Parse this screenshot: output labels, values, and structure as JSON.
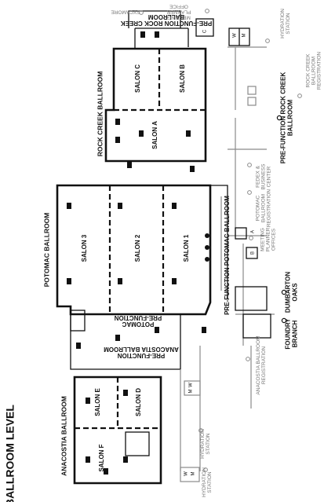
{
  "map_title": "BALLROOM LEVEL",
  "ballrooms": [
    {
      "name": "ROCK CREEK BALLROOM",
      "salons": [
        "SALON C",
        "SALON B",
        "SALON A"
      ]
    },
    {
      "name": "POTOMAC BALLROOM",
      "salons": [
        "SALON 3",
        "SALON 2",
        "SALON 1"
      ]
    },
    {
      "name": "ANACOSTIA BALLROOM",
      "salons": [
        "SALON E",
        "SALON D",
        "SALON F"
      ]
    }
  ],
  "areas": [
    {
      "id": "pf-rock-creek-inner",
      "lines": [
        "PRE-FUNCTION ROCK CREEK",
        "BALLROOM"
      ]
    },
    {
      "id": "pf-rock-creek-side",
      "lines": [
        "PRE-FUNCTION ROCK CREEK",
        "BALLROOM"
      ]
    },
    {
      "id": "pf-potomac",
      "lines": [
        "PRE-FUNCTION POTOMAC BALLROOM"
      ]
    },
    {
      "id": "pf-potomac-anacostia-1",
      "lines": [
        "POTOMAC",
        "PRE-FUNCTION"
      ]
    },
    {
      "id": "pf-potomac-anacostia-2",
      "lines": [
        "PRE-FUNCTION",
        "ANACOSTIA BALLROOM"
      ]
    },
    {
      "id": "dumbarton",
      "lines": [
        "DUMBARTON",
        "OAKS"
      ]
    },
    {
      "id": "foundry",
      "lines": [
        "FOUNDRY",
        "BRANCH"
      ]
    }
  ],
  "amenities": [
    {
      "id": "sycamore",
      "lines": [
        "SYCAMORE"
      ]
    },
    {
      "id": "meeting-planner-office",
      "lines": [
        "MEETING",
        "PLANNER",
        "OFFICE"
      ]
    },
    {
      "id": "hydration-top",
      "lines": [
        "HYDRATION",
        "STATION"
      ]
    },
    {
      "id": "rc-registration",
      "lines": [
        "ROCK CREEK",
        "BALLROOM",
        "REGISTRATION"
      ]
    },
    {
      "id": "fedex",
      "lines": [
        "FEDEX &",
        "BUSINESS",
        "CENTER"
      ]
    },
    {
      "id": "potomac-registration",
      "lines": [
        "POTOMAC",
        "BALLROOM",
        "REGISTRATION"
      ]
    },
    {
      "id": "meeting-planner-offices",
      "lines": [
        "MEETING",
        "PLANNER",
        "OFFICES"
      ]
    },
    {
      "id": "anacostia-registration",
      "lines": [
        "ANACOSTIA BALLROOM",
        "REGISTRATION"
      ]
    },
    {
      "id": "hydration-mid",
      "lines": [
        "HYDRATION",
        "STATION"
      ]
    },
    {
      "id": "hydration-bottom",
      "lines": [
        "HYDRATION",
        "STATION"
      ]
    }
  ],
  "letter_markers": [
    "C",
    "A",
    "B",
    "W",
    "M",
    "W",
    "M",
    "W",
    "M"
  ]
}
